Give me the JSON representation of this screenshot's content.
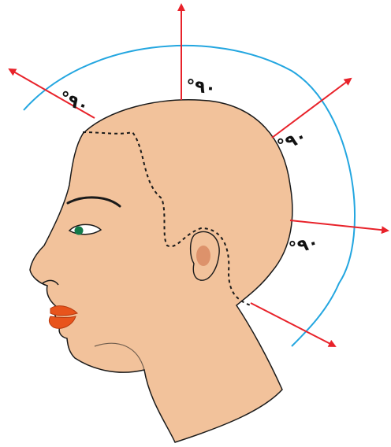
{
  "diagram": {
    "angle_labels": [
      {
        "id": "back-upper",
        "text": "°۹۰"
      },
      {
        "id": "top",
        "text": "°۹۰"
      },
      {
        "id": "crown-front",
        "text": "°۹۰"
      },
      {
        "id": "front",
        "text": "°۹۰"
      }
    ],
    "colors": {
      "skin": "#f2c29b",
      "outline": "#1a1a1a",
      "arrow": "#e8222a",
      "guide_arc": "#23a6e0",
      "hairline": "#1a1a1a",
      "lips": "#e8541c",
      "eye": "#137a4a",
      "ear_shadow": "#d98a63"
    },
    "icons": [
      "elevation-arrow-icon",
      "guide-arc-icon",
      "hairline-dashed-icon"
    ]
  }
}
